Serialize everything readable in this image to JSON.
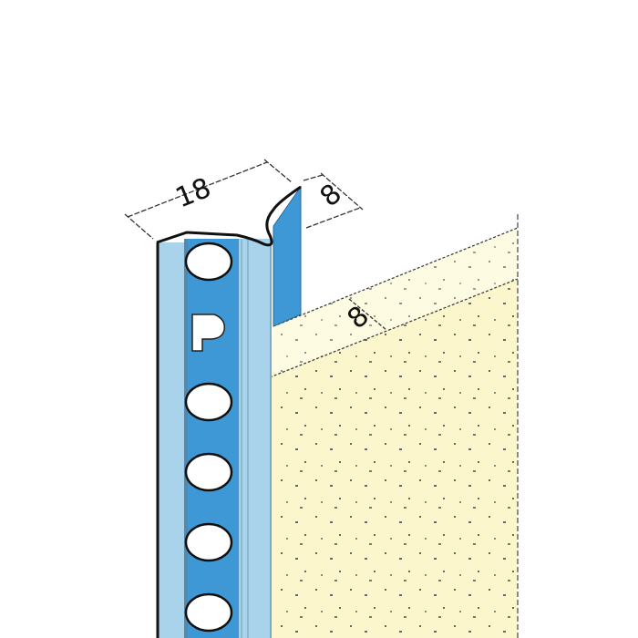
{
  "dimensions": {
    "profile_width": "18",
    "flap_height": "8",
    "plaster_thickness": "8"
  },
  "logo_letter": "P",
  "colors": {
    "profile_light": "#a9d3ea",
    "profile_dark": "#3d98d5",
    "plaster_top": "#fdfbe2",
    "plaster_face": "#fbf6cc",
    "outline": "#111111"
  }
}
